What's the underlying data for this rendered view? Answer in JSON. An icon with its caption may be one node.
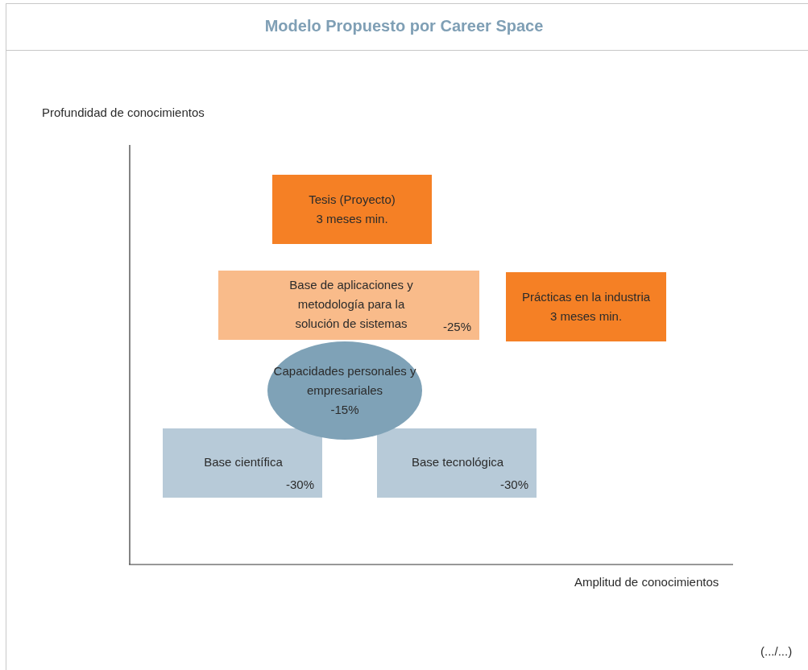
{
  "diagram": {
    "title": "Modelo Propuesto por Career Space",
    "nodes": [
      {
        "text": [
          "Tesis (Proyecto)",
          "3 meses min."
        ]
      },
      {
        "text": [
          "Base de aplicaciones y metodología para la solución de sistemas",
          "-25%"
        ]
      },
      {
        "text": [
          "Prácticas en la industria",
          "3 meses min."
        ]
      },
      {
        "text": [
          "Capacidades personales y empresariales",
          "-15%"
        ]
      },
      {
        "text": [
          "Base científica",
          "-30%"
        ]
      },
      {
        "text": [
          "Base tecnológica",
          "-30%"
        ]
      }
    ],
    "labels": [
      "Profundidad de conocimientos",
      "Amplitud de conocimientos",
      "(.../...)"
    ]
  }
}
